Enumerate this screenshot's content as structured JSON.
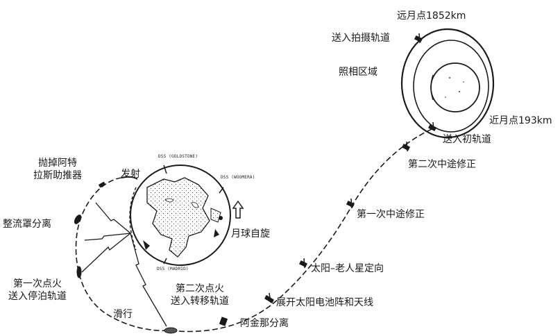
{
  "labels": {
    "apogee": "远月点1852km",
    "photo_orbit": "送入拍摄轨道",
    "photo_area": "照相区域",
    "perigee": "近月点193km",
    "initial_orbit": "送入初轨道",
    "second_midcourse": "第二次中途修正",
    "first_midcourse": "第一次中途修正",
    "sun_canopus": "太阳–老人星定向",
    "deploy_panels": "展开太阳电池阵和天线",
    "agena_separation": "阿金那分离",
    "second_ignition_line1": "第二次点火",
    "second_ignition_line2": "送入转移轨道",
    "coast": "滑行",
    "first_ignition_line1": "第一次点火",
    "first_ignition_line2": "送入停泊轨道",
    "fairing_separation": "整流罩分离",
    "booster_jettison_line1": "抛掉阿特",
    "booster_jettison_line2": "拉斯助推器",
    "launch": "发射",
    "moon_rotation": "月球自旋"
  },
  "stations": {
    "goldstone": "DSS (GOLDSTONE)",
    "woomera": "DSS (WOOMERA)",
    "madrid": "DSS (MADRID)"
  },
  "icons": {
    "spacecraft": "spacecraft-icon",
    "rotation_arrow": "up-arrow-icon"
  }
}
